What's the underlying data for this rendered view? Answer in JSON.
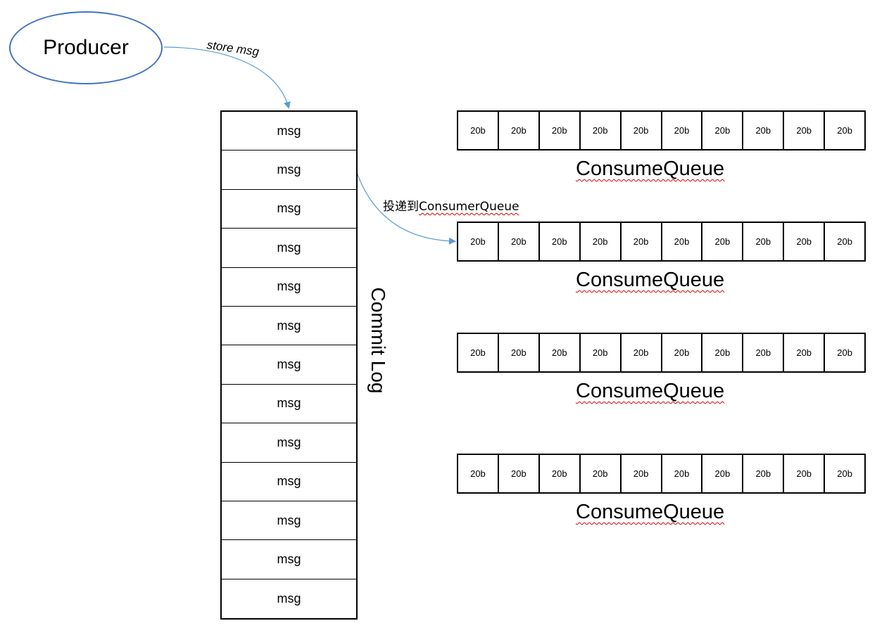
{
  "producer": {
    "label": "Producer"
  },
  "store_label": "store msg",
  "deliver_label": {
    "prefix": "投递到",
    "target": "ConsumerQueue"
  },
  "commit_log": {
    "title": "Commit Log",
    "rows": [
      "msg",
      "msg",
      "msg",
      "msg",
      "msg",
      "msg",
      "msg",
      "msg",
      "msg",
      "msg",
      "msg",
      "msg",
      "msg"
    ]
  },
  "consume_queues": [
    {
      "title": "ConsumeQueue",
      "cells": [
        "20b",
        "20b",
        "20b",
        "20b",
        "20b",
        "20b",
        "20b",
        "20b",
        "20b",
        "20b"
      ]
    },
    {
      "title": "ConsumeQueue",
      "cells": [
        "20b",
        "20b",
        "20b",
        "20b",
        "20b",
        "20b",
        "20b",
        "20b",
        "20b",
        "20b"
      ]
    },
    {
      "title": "ConsumeQueue",
      "cells": [
        "20b",
        "20b",
        "20b",
        "20b",
        "20b",
        "20b",
        "20b",
        "20b",
        "20b",
        "20b"
      ]
    },
    {
      "title": "ConsumeQueue",
      "cells": [
        "20b",
        "20b",
        "20b",
        "20b",
        "20b",
        "20b",
        "20b",
        "20b",
        "20b",
        "20b"
      ]
    }
  ],
  "colors": {
    "arrow": "#5b9bd5",
    "ellipse_border": "#4472c4",
    "spell_underline": "#dd0000"
  }
}
